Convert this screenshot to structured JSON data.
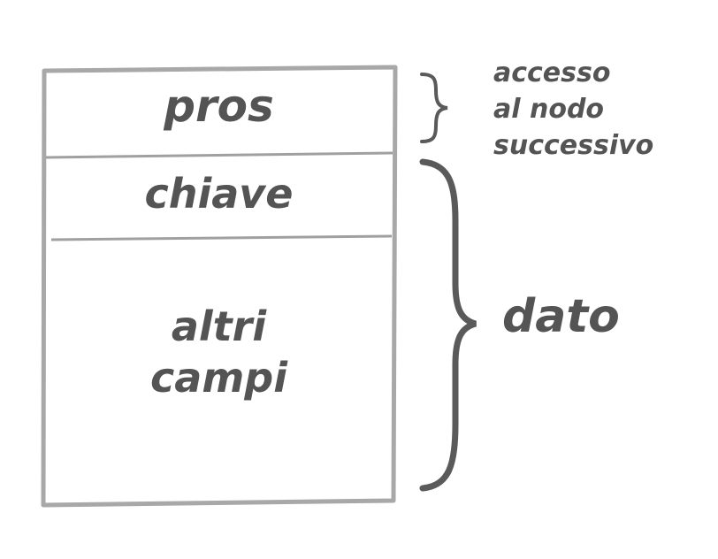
{
  "record": {
    "fields": [
      {
        "label": "pros"
      },
      {
        "label": "chiave"
      },
      {
        "label": "altri\ncampi"
      }
    ]
  },
  "annotations": {
    "access": "accesso\nal nodo\nsuccessivo",
    "data": "dato"
  },
  "colors": {
    "box_stroke": "#a8a8a8",
    "divider_stroke": "#a0a0a0",
    "brace": "#5a5a5a",
    "text": "#545454",
    "background": "#ffffff"
  }
}
